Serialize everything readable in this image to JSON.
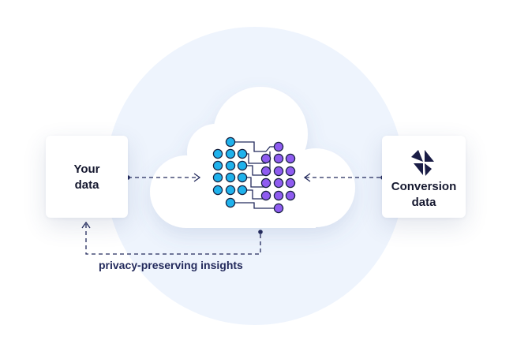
{
  "left_source": {
    "label_line1": "Your",
    "label_line2": "data"
  },
  "right_source": {
    "label_line1": "Conversion",
    "label_line2": "data",
    "logo_icon": "star-logo-icon"
  },
  "feedback": {
    "label": "privacy-preserving insights"
  },
  "colors": {
    "background_circle": "#eef4fd",
    "cloud": "#ffffff",
    "node_blue": "#1fb2ec",
    "node_purple": "#8f5cf0",
    "line_dark": "#232a5c",
    "text": "#15182f"
  }
}
